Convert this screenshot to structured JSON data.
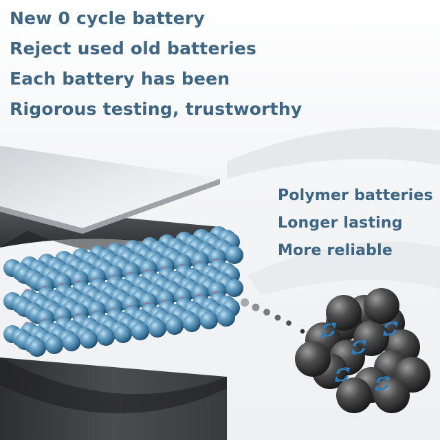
{
  "headlines": [
    "New 0 cycle battery",
    "Reject used old batteries",
    "Each battery has been",
    "Rigorous testing, trustworthy"
  ],
  "features": [
    "Polymer batteries",
    "Longer lasting",
    "More reliable"
  ],
  "colors": {
    "text": "#3d6584",
    "atom_blue": "#4a86ad",
    "atom_red": "#c8102e",
    "cluster_gray": "#4a4a4a",
    "arrow_blue": "#2e7fc0"
  },
  "icons": [
    "refresh-arrow-icon"
  ]
}
